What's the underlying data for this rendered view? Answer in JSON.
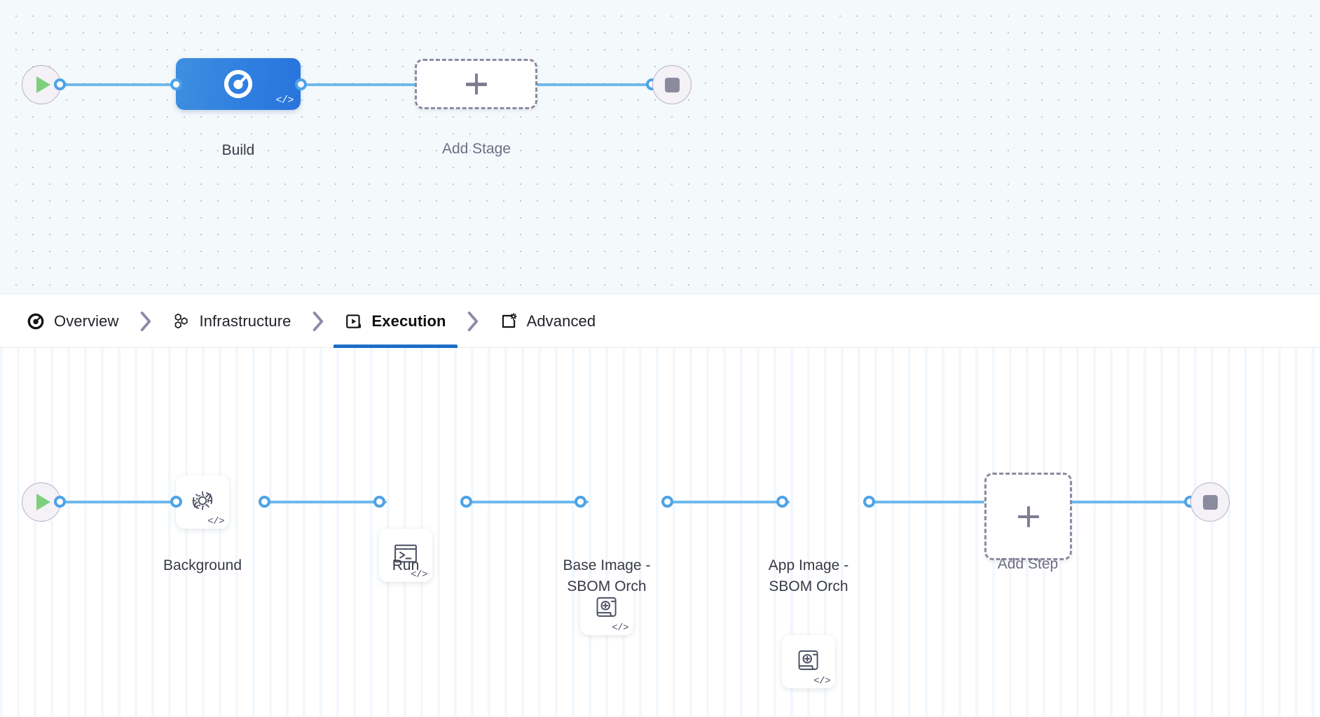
{
  "stage_graph": {
    "start_node": {
      "name": "pipeline-start",
      "icon": "play-icon"
    },
    "end_node": {
      "name": "pipeline-end",
      "icon": "stop-icon"
    },
    "stages": [
      {
        "label": "Build",
        "icon": "ci-build-icon",
        "badge": "</>",
        "selected": true
      }
    ],
    "add_stage": {
      "label": "Add Stage",
      "icon": "plus-icon"
    }
  },
  "tabs": {
    "items": [
      {
        "label": "Overview",
        "icon": "ci-overview-icon",
        "active": false
      },
      {
        "label": "Infrastructure",
        "icon": "hexagons-icon",
        "active": false
      },
      {
        "label": "Execution",
        "icon": "play-box-icon",
        "active": true
      },
      {
        "label": "Advanced",
        "icon": "gear-window-icon",
        "active": false
      }
    ],
    "separator_icon": "chevron-right-icon",
    "active_underline_color": "#1d6ec9"
  },
  "step_graph": {
    "start_node": {
      "name": "execution-start",
      "icon": "play-icon"
    },
    "end_node": {
      "name": "execution-end",
      "icon": "stop-icon"
    },
    "steps": [
      {
        "label": "Background",
        "icon": "gear-refresh-icon",
        "badge": "</>"
      },
      {
        "label": "Run",
        "icon": "terminal-icon",
        "badge": "</>"
      },
      {
        "label": "Base Image -\nSBOM Orch",
        "icon": "sbom-scroll-icon",
        "badge": "</>"
      },
      {
        "label": "App Image -\nSBOM Orch",
        "icon": "sbom-scroll-icon",
        "badge": "</>"
      }
    ],
    "add_step": {
      "label": "Add Step",
      "icon": "plus-icon"
    }
  },
  "colors": {
    "wire": "#6fb9ec",
    "port_ring": "#4da3e8",
    "stage_selected": "#2f7fe0",
    "start_play": "#7ed07e",
    "stop_square": "#8b8b9e",
    "stage_canvas_bg": "#f4f9fc",
    "step_canvas_bg": "#ffffff"
  }
}
